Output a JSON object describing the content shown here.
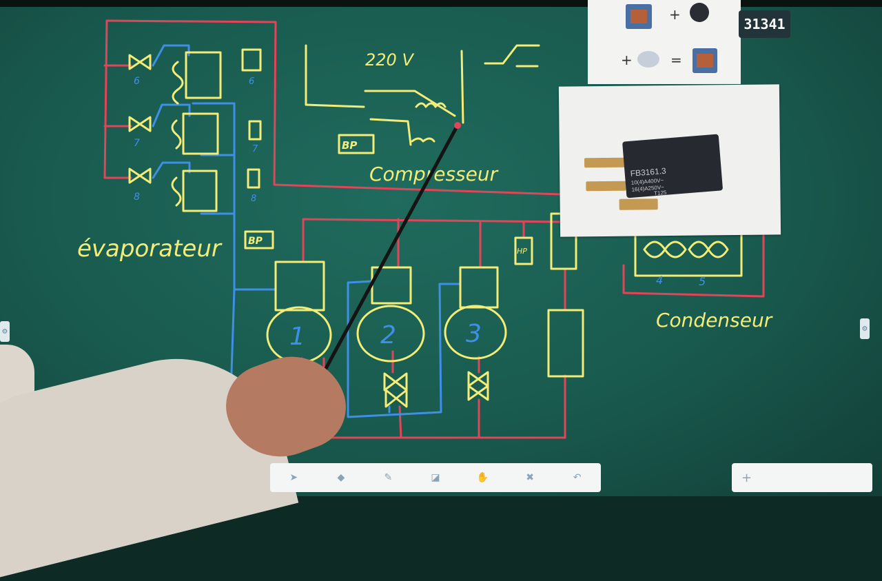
{
  "counter": "31341",
  "labels": {
    "voltage": "220 V",
    "bp_top": "BP",
    "bp_mid": "BP",
    "hp": "HP",
    "compresseur": "Compresseur",
    "evaporateur": "évaporateur",
    "condenseur": "Condenseur",
    "evap_num_6": "6",
    "evap_num_7": "7",
    "evap_num_8": "8",
    "comp_1": "1",
    "comp_2": "2",
    "comp_3": "3",
    "cond_4": "4",
    "cond_5": "5"
  },
  "paper_top": {
    "plus1": "+",
    "plus2": "+",
    "equals": "="
  },
  "microswitch": {
    "ref": "FB3161.3",
    "line1": "10(4)A400V~",
    "line2": "16(4)A250V~",
    "line3": "T125"
  },
  "toolbar": {
    "tools": [
      "select-icon",
      "pen-icon",
      "highlighter-icon",
      "shape-icon",
      "hand-icon",
      "eraser-icon",
      "undo-icon"
    ],
    "add": "+"
  },
  "colors": {
    "board": "#1b5f52",
    "chalk_red": "#e0455a",
    "chalk_blue": "#3f8fe8",
    "chalk_yellow": "#f3ec78"
  }
}
